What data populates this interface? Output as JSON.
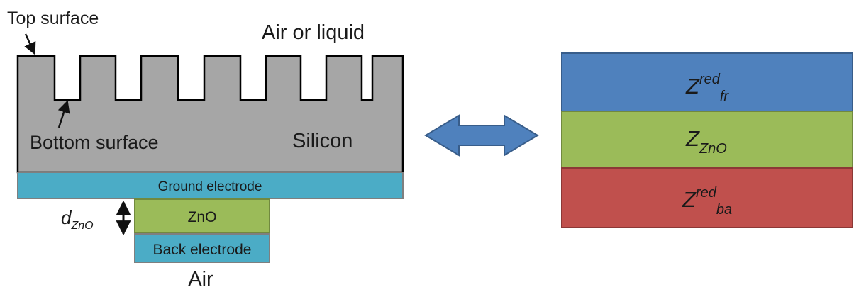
{
  "left_diagram": {
    "top_surface_label": "Top surface",
    "medium_label": "Air or liquid",
    "bottom_surface_label": "Bottom surface",
    "substrate_label": "Silicon",
    "ground_electrode_label": "Ground electrode",
    "zno_label": "ZnO",
    "back_electrode_label": "Back electrode",
    "bottom_medium_label": "Air",
    "thickness_label": {
      "symbol": "d",
      "subscript": "ZnO"
    }
  },
  "right_diagram": {
    "layers": [
      {
        "symbol": "Z",
        "superscript": "red",
        "subscript": "fr"
      },
      {
        "symbol": "Z",
        "superscript": "",
        "subscript": "ZnO"
      },
      {
        "symbol": "Z",
        "superscript": "red",
        "subscript": "ba"
      }
    ]
  },
  "colors": {
    "silicon": "#a6a6a6",
    "electrode": "#4bacc6",
    "zno": "#9bbb59",
    "layer_front": "#4f81bd",
    "layer_zno": "#9bbb59",
    "layer_back": "#c0504d",
    "arrow": "#4f81bd"
  }
}
